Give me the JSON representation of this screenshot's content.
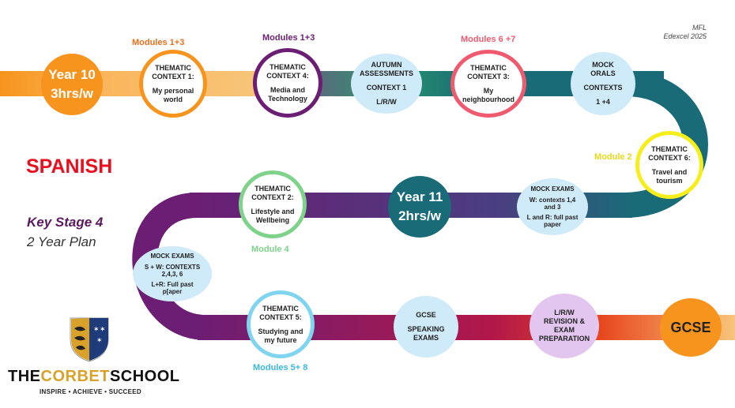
{
  "header": {
    "subject_code": "MFL",
    "board": "Edexcel 2025"
  },
  "title": "SPANISH",
  "key_stage": "Key Stage 4",
  "plan": "2 Year Plan",
  "school": {
    "name_part1": "THE",
    "name_part2": "CORBET",
    "name_part3": "SCHOOL",
    "tagline": "INSPIRE • ACHIEVE • SUCCEED"
  },
  "colors": {
    "orange": "#f7941d",
    "purple": "#6b1e74",
    "teal": "#1a6b78",
    "red_pink": "#ef5a6e",
    "yellow": "#f5ee1a",
    "green": "#7ed28a",
    "cyan": "#7fd4f0",
    "light_blue": "#cfeaf8",
    "lilac": "#e3c6ef"
  },
  "milestones": [
    {
      "id": "year10",
      "lines": [
        "Year 10",
        "3hrs/w"
      ]
    },
    {
      "id": "tc1",
      "lines": [
        "THEMATIC",
        "CONTEXT 1:",
        "",
        "My personal",
        "world"
      ],
      "module": "Modules 1+3"
    },
    {
      "id": "tc4",
      "lines": [
        "THEMATIC",
        "CONTEXT 4:",
        "",
        "Media and",
        "Technology"
      ],
      "module": "Modules 1+3"
    },
    {
      "id": "autumn",
      "lines": [
        "AUTUMN",
        "ASSESSMENTS",
        "",
        "CONTEXT 1",
        "",
        "L/R/W"
      ]
    },
    {
      "id": "tc3",
      "lines": [
        "THEMATIC",
        "CONTEXT 3:",
        "",
        "My",
        "neighbourhood"
      ],
      "module": "Modules 6 +7"
    },
    {
      "id": "mock_orals",
      "lines": [
        "MOCK",
        "ORALS",
        "",
        "CONTEXTS",
        "",
        "1 +4"
      ]
    },
    {
      "id": "tc6",
      "lines": [
        "THEMATIC",
        "CONTEXT 6:",
        "",
        "Travel and",
        "tourism"
      ],
      "module": "Module 2"
    },
    {
      "id": "mock_exams1",
      "lines": [
        "MOCK EXAMS",
        "",
        "W: contexts 1,4",
        "and 3",
        "",
        "L and R: full past",
        "paper"
      ]
    },
    {
      "id": "year11",
      "lines": [
        "Year 11",
        "2hrs/w"
      ]
    },
    {
      "id": "tc2",
      "lines": [
        "THEMATIC",
        "CONTEXT 2:",
        "",
        "Lifestyle and",
        "Wellbeing"
      ],
      "module": "Module 4"
    },
    {
      "id": "mock_exams2",
      "lines": [
        "MOCK EXAMS",
        "",
        "S + W: CONTEXTS",
        "2,4,3, 6",
        "",
        "L+R: Full past",
        "p[aper"
      ]
    },
    {
      "id": "tc5",
      "lines": [
        "THEMATIC",
        "CONTEXT 5:",
        "",
        "Studying and",
        "my future"
      ],
      "module": "Modules 5+ 8"
    },
    {
      "id": "gcse_speaking",
      "lines": [
        "GCSE",
        "",
        "SPEAKING",
        "EXAMS"
      ]
    },
    {
      "id": "revision",
      "lines": [
        "L/R/W",
        "REVISION &",
        "EXAM",
        "PREPARATION"
      ]
    },
    {
      "id": "gcse",
      "lines": [
        "GCSE"
      ]
    }
  ]
}
